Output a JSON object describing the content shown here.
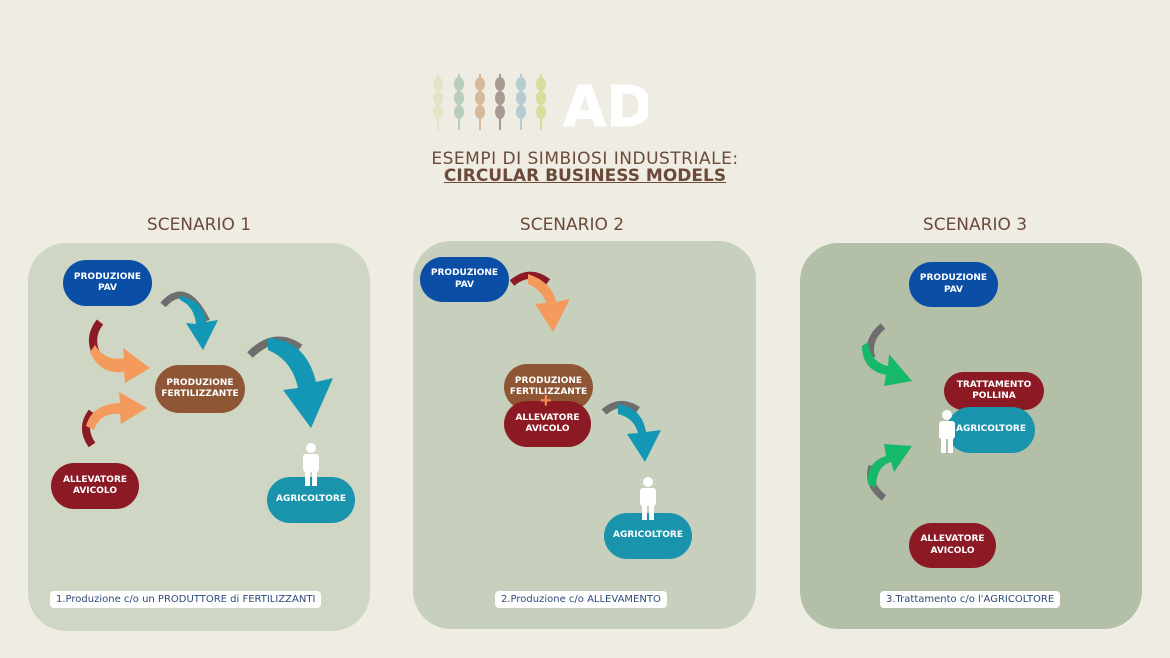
{
  "header": {
    "logo_text": "ADA",
    "title_line1": "ESEMPI DI SIMBIOSI INDUSTRIALE:",
    "title_line2": "CIRCULAR BUSINESS MODELS"
  },
  "colors": {
    "background": "#efede3",
    "title": "#6b4a3a",
    "blue": "#0b4ea6",
    "brown": "#8e5634",
    "maroon": "#8c1a24",
    "teal": "#1a94ad",
    "arrow_teal": "#1497b4",
    "arrow_orange": "#f49a5c",
    "arrow_green": "#16b86a",
    "arrow_gray": "#6e6e6e",
    "arrow_dark_red": "#8c1a24"
  },
  "scenarios": [
    {
      "title": "SCENARIO 1",
      "nodes": {
        "produzione_pav": "PRODUZIONE\nPAV",
        "produzione_fertilizzante": "PRODUZIONE\nFERTILIZZANTE",
        "allevatore_avicolo": "ALLEVATORE\nAVICOLO",
        "agricoltore": "AGRICOLTORE"
      },
      "caption": "1.Produzione c/o un PRODUTTORE di FERTILIZZANTI"
    },
    {
      "title": "SCENARIO 2",
      "nodes": {
        "produzione_pav": "PRODUZIONE\nPAV",
        "produzione_fertilizzante": "PRODUZIONE\nFERTILIZZANTE",
        "plus": "+",
        "allevatore_avicolo": "ALLEVATORE\nAVICOLO",
        "agricoltore": "AGRICOLTORE"
      },
      "caption": "2.Produzione c/o ALLEVAMENTO"
    },
    {
      "title": "SCENARIO 3",
      "nodes": {
        "produzione_pav": "PRODUZIONE\nPAV",
        "trattamento_pollina": "TRATTAMENTO\nPOLLINA",
        "agricoltore": "AGRICOLTORE",
        "allevatore_avicolo": "ALLEVATORE\nAVICOLO"
      },
      "caption": "3.Trattamento c/o l'AGRICOLTORE"
    }
  ],
  "icons": {
    "logo": "wheat-stalks-logo",
    "person": "person-icon",
    "arrow": "curved-arrow-icon"
  }
}
